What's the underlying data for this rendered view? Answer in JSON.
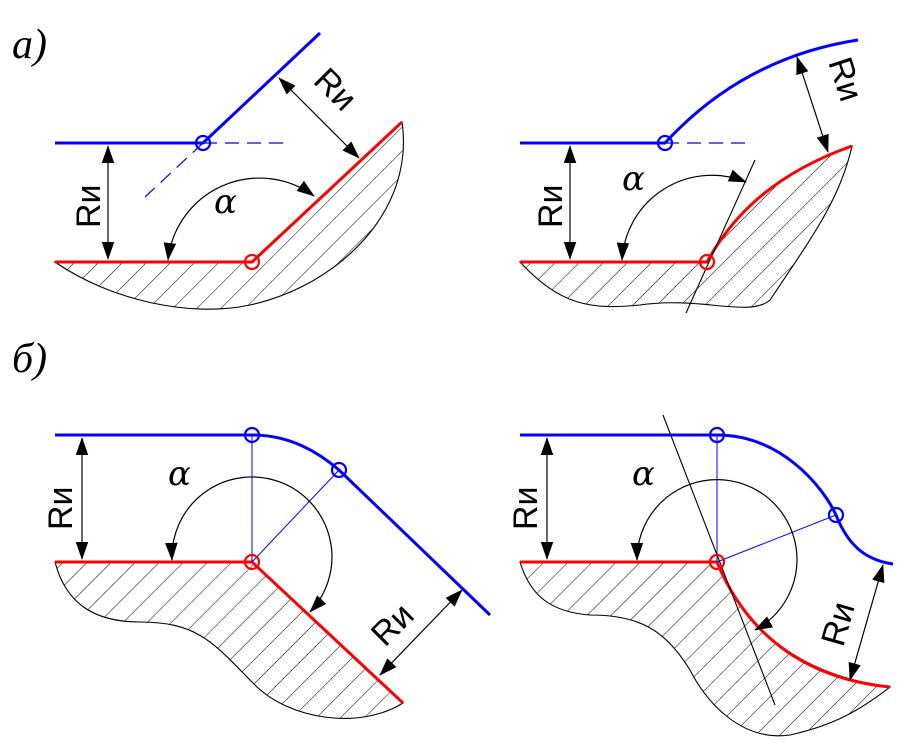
{
  "figure": {
    "part_a_label": "а)",
    "part_b_label": "б)",
    "radius_label": "Rи",
    "angle_label": "α",
    "colors": {
      "tool_profile": "#0000ff",
      "workpiece_profile": "#ff0000",
      "hatch": "#000000"
    }
  }
}
